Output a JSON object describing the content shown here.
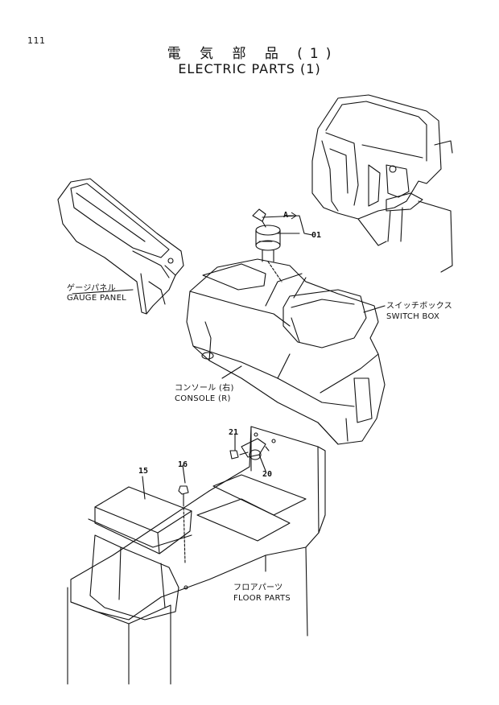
{
  "page_number": "111",
  "title_jp": "電 気 部 品 (1)",
  "title_en": "ELECTRIC PARTS (1)",
  "callouts": {
    "a": "A",
    "n01": "01",
    "n21": "21",
    "n20": "20",
    "n16": "16",
    "n15": "15"
  },
  "labels": {
    "gauge_panel_jp": "ゲージパネル",
    "gauge_panel_en": "GAUGE PANEL",
    "switch_box_jp": "スイッチボックス",
    "switch_box_en": "SWITCH BOX",
    "console_jp": "コンソール (右)",
    "console_en": "CONSOLE (R)",
    "floor_jp": "フロアパーツ",
    "floor_en": "FLOOR PARTS"
  }
}
